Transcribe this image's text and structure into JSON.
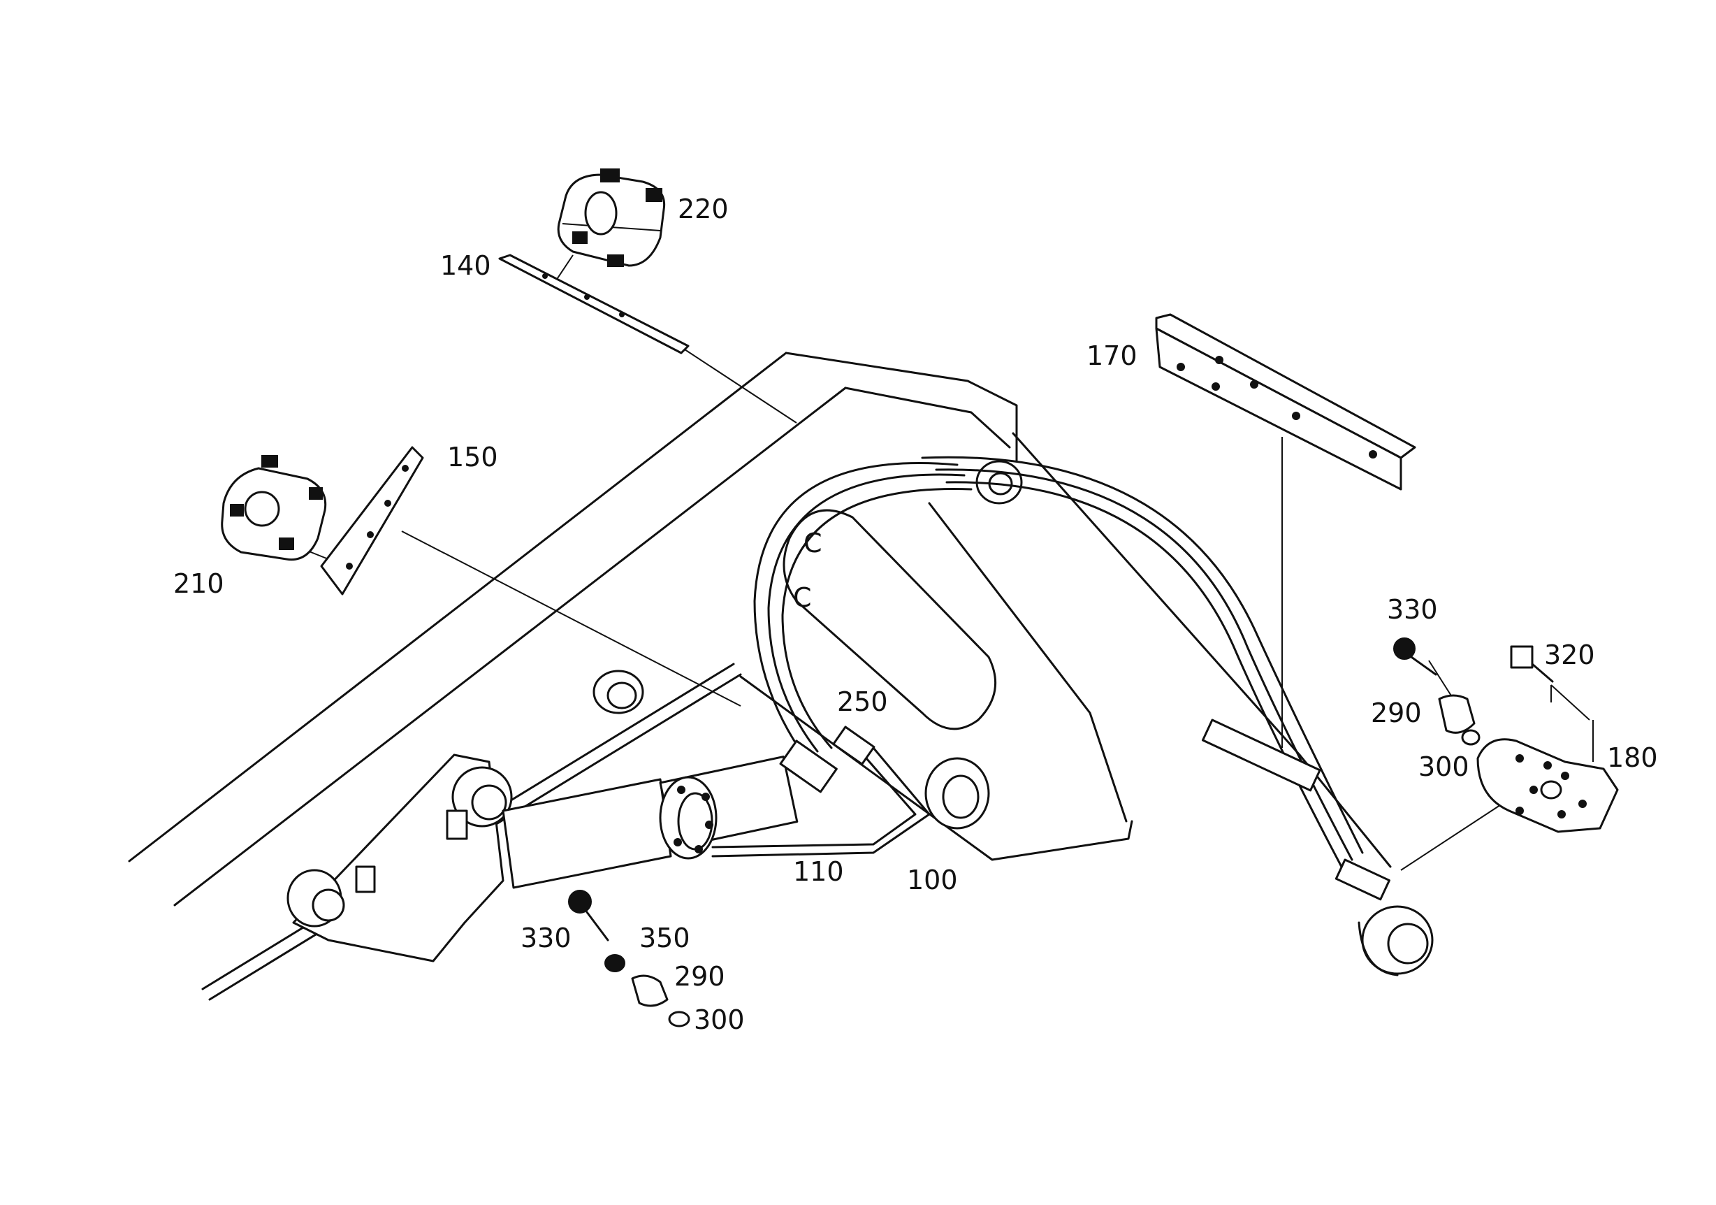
{
  "labels": {
    "p100": "100",
    "p110": "110",
    "p140": "140",
    "p150": "150",
    "p170": "170",
    "p180": "180",
    "p210": "210",
    "p220": "220",
    "p250": "250",
    "p290a": "290",
    "p290b": "290",
    "p300a": "300",
    "p300b": "300",
    "p320": "320",
    "p330a": "330",
    "p330b": "330",
    "p350": "350"
  },
  "icons": {
    "pin_mark": "C"
  }
}
